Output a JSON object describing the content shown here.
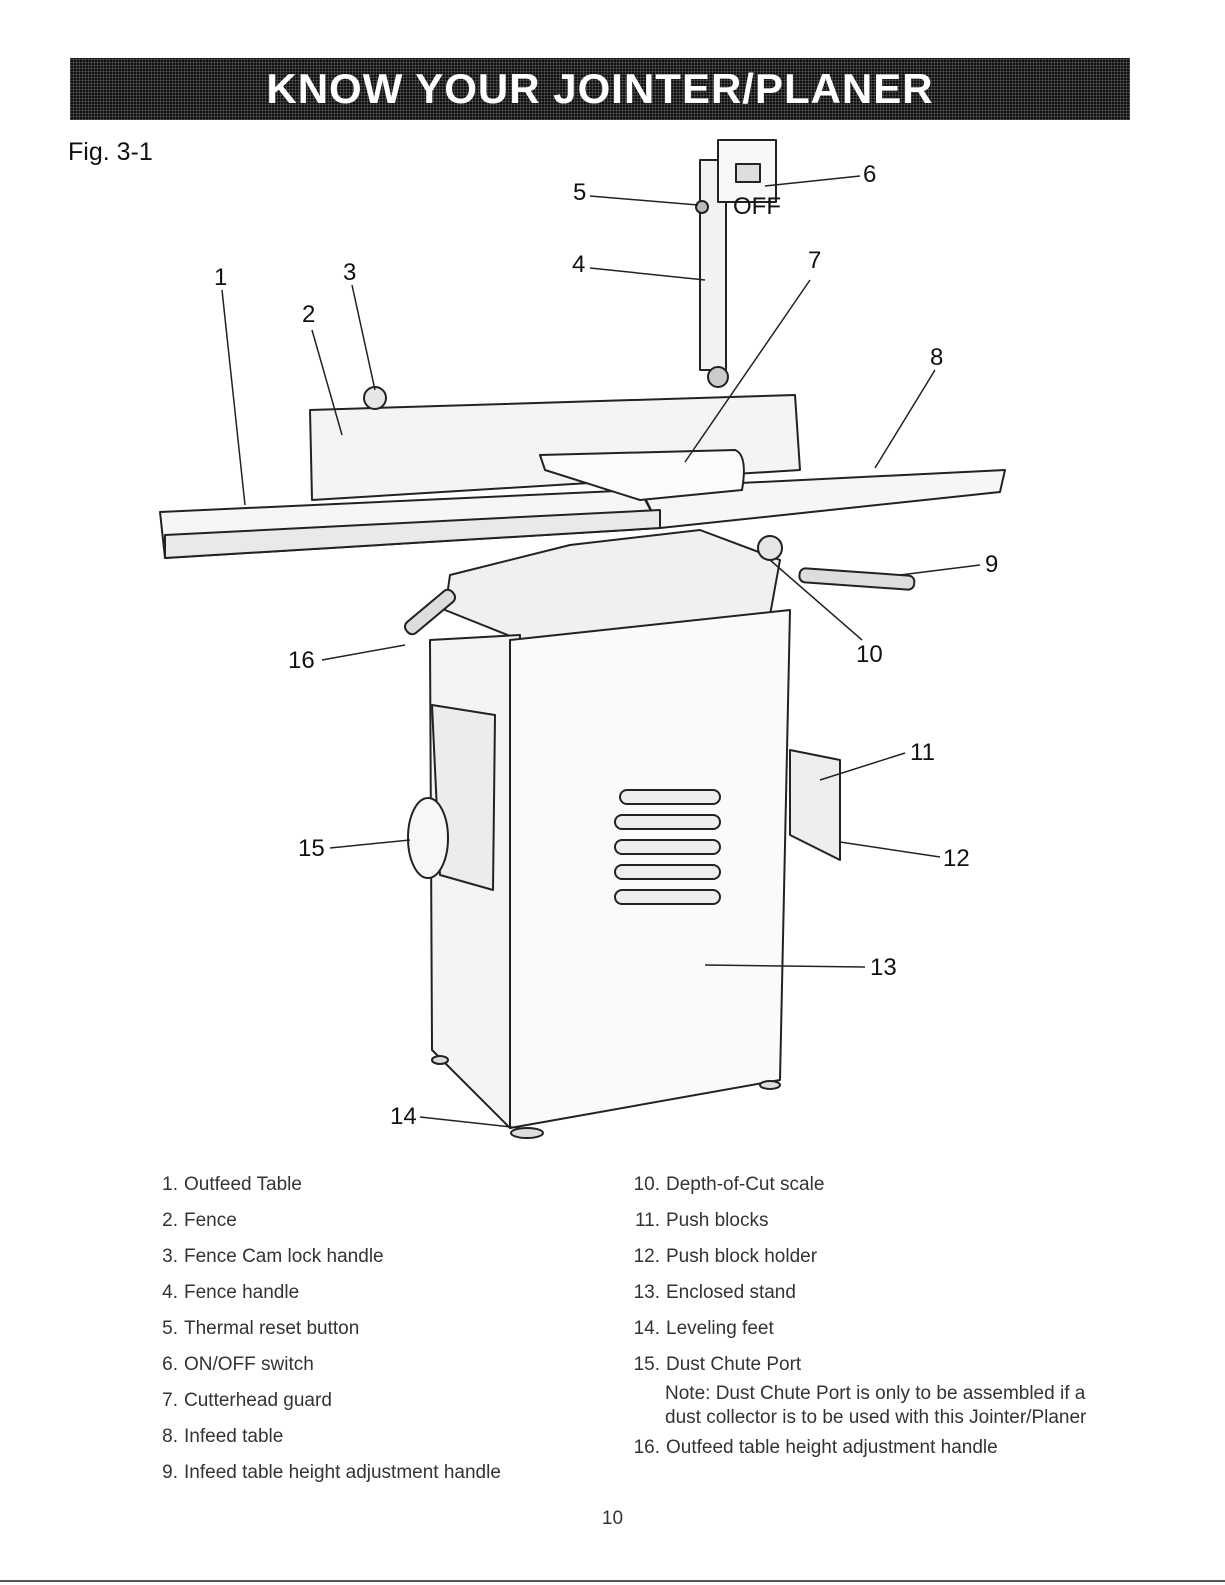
{
  "header": {
    "title": "KNOW YOUR JOINTER/PLANER"
  },
  "figure": {
    "label": "Fig. 3-1",
    "switch_text": "OFF",
    "callouts": [
      "1",
      "2",
      "3",
      "4",
      "5",
      "6",
      "7",
      "8",
      "9",
      "10",
      "11",
      "12",
      "13",
      "14",
      "15",
      "16"
    ]
  },
  "parts": {
    "left": [
      {
        "num": "1.",
        "label": "Outfeed Table"
      },
      {
        "num": "2.",
        "label": "Fence"
      },
      {
        "num": "3.",
        "label": "Fence Cam lock handle"
      },
      {
        "num": "4.",
        "label": "Fence handle"
      },
      {
        "num": "5.",
        "label": "Thermal reset button"
      },
      {
        "num": "6.",
        "label": "ON/OFF switch"
      },
      {
        "num": "7.",
        "label": "Cutterhead guard"
      },
      {
        "num": "8.",
        "label": "Infeed table"
      },
      {
        "num": "9.",
        "label": "Infeed table height adjustment handle"
      }
    ],
    "right": [
      {
        "num": "10.",
        "label": "Depth-of-Cut scale"
      },
      {
        "num": "11.",
        "label": "Push blocks"
      },
      {
        "num": "12.",
        "label": "Push block holder"
      },
      {
        "num": "13.",
        "label": "Enclosed stand"
      },
      {
        "num": "14.",
        "label": "Leveling feet"
      },
      {
        "num": "15.",
        "label": "Dust Chute Port"
      }
    ],
    "note": "Note: Dust Chute Port is only to be assembled if a dust collector is to be used with this Jointer/Planer",
    "last": {
      "num": "16.",
      "label": "Outfeed table height adjustment handle"
    }
  },
  "footer": {
    "page_number": "10"
  }
}
